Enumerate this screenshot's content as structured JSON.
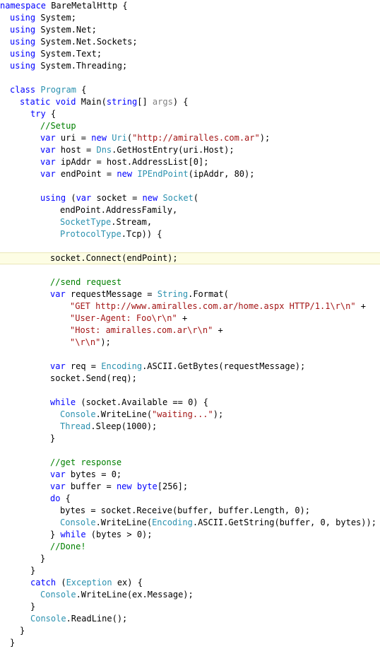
{
  "editor": {
    "language": "csharp",
    "highlighted_line": 22,
    "colors": {
      "keyword": "#0000ff",
      "type": "#2b91af",
      "string": "#a31515",
      "comment": "#008000",
      "param": "#808080",
      "plain": "#000000",
      "highlight_bg": "#fdfde4",
      "highlight_border": "#eae7b8"
    },
    "lines": [
      {
        "indent": 0,
        "tokens": [
          {
            "t": "kw",
            "v": "namespace"
          },
          {
            "t": "pl",
            "v": " BareMetalHttp {"
          }
        ]
      },
      {
        "indent": 2,
        "tokens": [
          {
            "t": "kw",
            "v": "using"
          },
          {
            "t": "pl",
            "v": " System;"
          }
        ]
      },
      {
        "indent": 2,
        "tokens": [
          {
            "t": "kw",
            "v": "using"
          },
          {
            "t": "pl",
            "v": " System.Net;"
          }
        ]
      },
      {
        "indent": 2,
        "tokens": [
          {
            "t": "kw",
            "v": "using"
          },
          {
            "t": "pl",
            "v": " System.Net.Sockets;"
          }
        ]
      },
      {
        "indent": 2,
        "tokens": [
          {
            "t": "kw",
            "v": "using"
          },
          {
            "t": "pl",
            "v": " System.Text;"
          }
        ]
      },
      {
        "indent": 2,
        "tokens": [
          {
            "t": "kw",
            "v": "using"
          },
          {
            "t": "pl",
            "v": " System.Threading;"
          }
        ]
      },
      {
        "indent": 0,
        "tokens": []
      },
      {
        "indent": 2,
        "tokens": [
          {
            "t": "kw",
            "v": "class"
          },
          {
            "t": "pl",
            "v": " "
          },
          {
            "t": "ty",
            "v": "Program"
          },
          {
            "t": "pl",
            "v": " {"
          }
        ]
      },
      {
        "indent": 4,
        "tokens": [
          {
            "t": "kw",
            "v": "static"
          },
          {
            "t": "pl",
            "v": " "
          },
          {
            "t": "kw",
            "v": "void"
          },
          {
            "t": "pl",
            "v": " Main("
          },
          {
            "t": "kw",
            "v": "string"
          },
          {
            "t": "pl",
            "v": "[] "
          },
          {
            "t": "pm",
            "v": "args"
          },
          {
            "t": "pl",
            "v": ") {"
          }
        ]
      },
      {
        "indent": 6,
        "tokens": [
          {
            "t": "kw",
            "v": "try"
          },
          {
            "t": "pl",
            "v": " {"
          }
        ]
      },
      {
        "indent": 8,
        "tokens": [
          {
            "t": "cm",
            "v": "//Setup"
          }
        ]
      },
      {
        "indent": 8,
        "tokens": [
          {
            "t": "kw",
            "v": "var"
          },
          {
            "t": "pl",
            "v": " uri = "
          },
          {
            "t": "kw",
            "v": "new"
          },
          {
            "t": "pl",
            "v": " "
          },
          {
            "t": "ty",
            "v": "Uri"
          },
          {
            "t": "pl",
            "v": "("
          },
          {
            "t": "st",
            "v": "\"http://amiralles.com.ar\""
          },
          {
            "t": "pl",
            "v": ");"
          }
        ]
      },
      {
        "indent": 8,
        "tokens": [
          {
            "t": "kw",
            "v": "var"
          },
          {
            "t": "pl",
            "v": " host = "
          },
          {
            "t": "ty",
            "v": "Dns"
          },
          {
            "t": "pl",
            "v": ".GetHostEntry(uri.Host);"
          }
        ]
      },
      {
        "indent": 8,
        "tokens": [
          {
            "t": "kw",
            "v": "var"
          },
          {
            "t": "pl",
            "v": " ipAddr = host.AddressList[0];"
          }
        ]
      },
      {
        "indent": 8,
        "tokens": [
          {
            "t": "kw",
            "v": "var"
          },
          {
            "t": "pl",
            "v": " endPoint = "
          },
          {
            "t": "kw",
            "v": "new"
          },
          {
            "t": "pl",
            "v": " "
          },
          {
            "t": "ty",
            "v": "IPEndPoint"
          },
          {
            "t": "pl",
            "v": "(ipAddr, 80);"
          }
        ]
      },
      {
        "indent": 0,
        "tokens": []
      },
      {
        "indent": 8,
        "tokens": [
          {
            "t": "kw",
            "v": "using"
          },
          {
            "t": "pl",
            "v": " ("
          },
          {
            "t": "kw",
            "v": "var"
          },
          {
            "t": "pl",
            "v": " socket = "
          },
          {
            "t": "kw",
            "v": "new"
          },
          {
            "t": "pl",
            "v": " "
          },
          {
            "t": "ty",
            "v": "Socket"
          },
          {
            "t": "pl",
            "v": "("
          }
        ]
      },
      {
        "indent": 12,
        "tokens": [
          {
            "t": "pl",
            "v": "endPoint.AddressFamily,"
          }
        ]
      },
      {
        "indent": 12,
        "tokens": [
          {
            "t": "ty",
            "v": "SocketType"
          },
          {
            "t": "pl",
            "v": ".Stream,"
          }
        ]
      },
      {
        "indent": 12,
        "tokens": [
          {
            "t": "ty",
            "v": "ProtocolType"
          },
          {
            "t": "pl",
            "v": ".Tcp)) {"
          }
        ]
      },
      {
        "indent": 0,
        "tokens": []
      },
      {
        "indent": 10,
        "tokens": [
          {
            "t": "pl",
            "v": "socket.Connect(endPoint);"
          }
        ]
      },
      {
        "indent": 0,
        "tokens": []
      },
      {
        "indent": 10,
        "tokens": [
          {
            "t": "cm",
            "v": "//send request"
          }
        ]
      },
      {
        "indent": 10,
        "tokens": [
          {
            "t": "kw",
            "v": "var"
          },
          {
            "t": "pl",
            "v": " requestMessage = "
          },
          {
            "t": "ty",
            "v": "String"
          },
          {
            "t": "pl",
            "v": ".Format("
          }
        ]
      },
      {
        "indent": 14,
        "tokens": [
          {
            "t": "st",
            "v": "\"GET http://www.amiralles.com.ar/home.aspx HTTP/1.1\\r\\n\""
          },
          {
            "t": "pl",
            "v": " +"
          }
        ]
      },
      {
        "indent": 14,
        "tokens": [
          {
            "t": "st",
            "v": "\"User-Agent: Foo\\r\\n\""
          },
          {
            "t": "pl",
            "v": " +"
          }
        ]
      },
      {
        "indent": 14,
        "tokens": [
          {
            "t": "st",
            "v": "\"Host: amiralles.com.ar\\r\\n\""
          },
          {
            "t": "pl",
            "v": " +"
          }
        ]
      },
      {
        "indent": 14,
        "tokens": [
          {
            "t": "st",
            "v": "\"\\r\\n\""
          },
          {
            "t": "pl",
            "v": ");"
          }
        ]
      },
      {
        "indent": 0,
        "tokens": []
      },
      {
        "indent": 10,
        "tokens": [
          {
            "t": "kw",
            "v": "var"
          },
          {
            "t": "pl",
            "v": " req = "
          },
          {
            "t": "ty",
            "v": "Encoding"
          },
          {
            "t": "pl",
            "v": ".ASCII.GetBytes(requestMessage);"
          }
        ]
      },
      {
        "indent": 10,
        "tokens": [
          {
            "t": "pl",
            "v": "socket.Send(req);"
          }
        ]
      },
      {
        "indent": 0,
        "tokens": []
      },
      {
        "indent": 10,
        "tokens": [
          {
            "t": "kw",
            "v": "while"
          },
          {
            "t": "pl",
            "v": " (socket.Available == 0) {"
          }
        ]
      },
      {
        "indent": 12,
        "tokens": [
          {
            "t": "ty",
            "v": "Console"
          },
          {
            "t": "pl",
            "v": ".WriteLine("
          },
          {
            "t": "st",
            "v": "\"waiting...\""
          },
          {
            "t": "pl",
            "v": ");"
          }
        ]
      },
      {
        "indent": 12,
        "tokens": [
          {
            "t": "ty",
            "v": "Thread"
          },
          {
            "t": "pl",
            "v": ".Sleep(1000);"
          }
        ]
      },
      {
        "indent": 10,
        "tokens": [
          {
            "t": "pl",
            "v": "}"
          }
        ]
      },
      {
        "indent": 0,
        "tokens": []
      },
      {
        "indent": 10,
        "tokens": [
          {
            "t": "cm",
            "v": "//get response"
          }
        ]
      },
      {
        "indent": 10,
        "tokens": [
          {
            "t": "kw",
            "v": "var"
          },
          {
            "t": "pl",
            "v": " bytes = 0;"
          }
        ]
      },
      {
        "indent": 10,
        "tokens": [
          {
            "t": "kw",
            "v": "var"
          },
          {
            "t": "pl",
            "v": " buffer = "
          },
          {
            "t": "kw",
            "v": "new"
          },
          {
            "t": "pl",
            "v": " "
          },
          {
            "t": "kw",
            "v": "byte"
          },
          {
            "t": "pl",
            "v": "[256];"
          }
        ]
      },
      {
        "indent": 10,
        "tokens": [
          {
            "t": "kw",
            "v": "do"
          },
          {
            "t": "pl",
            "v": " {"
          }
        ]
      },
      {
        "indent": 12,
        "tokens": [
          {
            "t": "pl",
            "v": "bytes = socket.Receive(buffer, buffer.Length, 0);"
          }
        ]
      },
      {
        "indent": 12,
        "tokens": [
          {
            "t": "ty",
            "v": "Console"
          },
          {
            "t": "pl",
            "v": ".WriteLine("
          },
          {
            "t": "ty",
            "v": "Encoding"
          },
          {
            "t": "pl",
            "v": ".ASCII.GetString(buffer, 0, bytes));"
          }
        ]
      },
      {
        "indent": 10,
        "tokens": [
          {
            "t": "pl",
            "v": "} "
          },
          {
            "t": "kw",
            "v": "while"
          },
          {
            "t": "pl",
            "v": " (bytes > 0);"
          }
        ]
      },
      {
        "indent": 10,
        "tokens": [
          {
            "t": "cm",
            "v": "//Done!"
          }
        ]
      },
      {
        "indent": 8,
        "tokens": [
          {
            "t": "pl",
            "v": "}"
          }
        ]
      },
      {
        "indent": 6,
        "tokens": [
          {
            "t": "pl",
            "v": "}"
          }
        ]
      },
      {
        "indent": 6,
        "tokens": [
          {
            "t": "kw",
            "v": "catch"
          },
          {
            "t": "pl",
            "v": " ("
          },
          {
            "t": "ty",
            "v": "Exception"
          },
          {
            "t": "pl",
            "v": " ex) {"
          }
        ]
      },
      {
        "indent": 8,
        "tokens": [
          {
            "t": "ty",
            "v": "Console"
          },
          {
            "t": "pl",
            "v": ".WriteLine(ex.Message);"
          }
        ]
      },
      {
        "indent": 6,
        "tokens": [
          {
            "t": "pl",
            "v": "}"
          }
        ]
      },
      {
        "indent": 6,
        "tokens": [
          {
            "t": "ty",
            "v": "Console"
          },
          {
            "t": "pl",
            "v": ".ReadLine();"
          }
        ]
      },
      {
        "indent": 4,
        "tokens": [
          {
            "t": "pl",
            "v": "}"
          }
        ]
      },
      {
        "indent": 2,
        "tokens": [
          {
            "t": "pl",
            "v": "}"
          }
        ]
      }
    ]
  }
}
